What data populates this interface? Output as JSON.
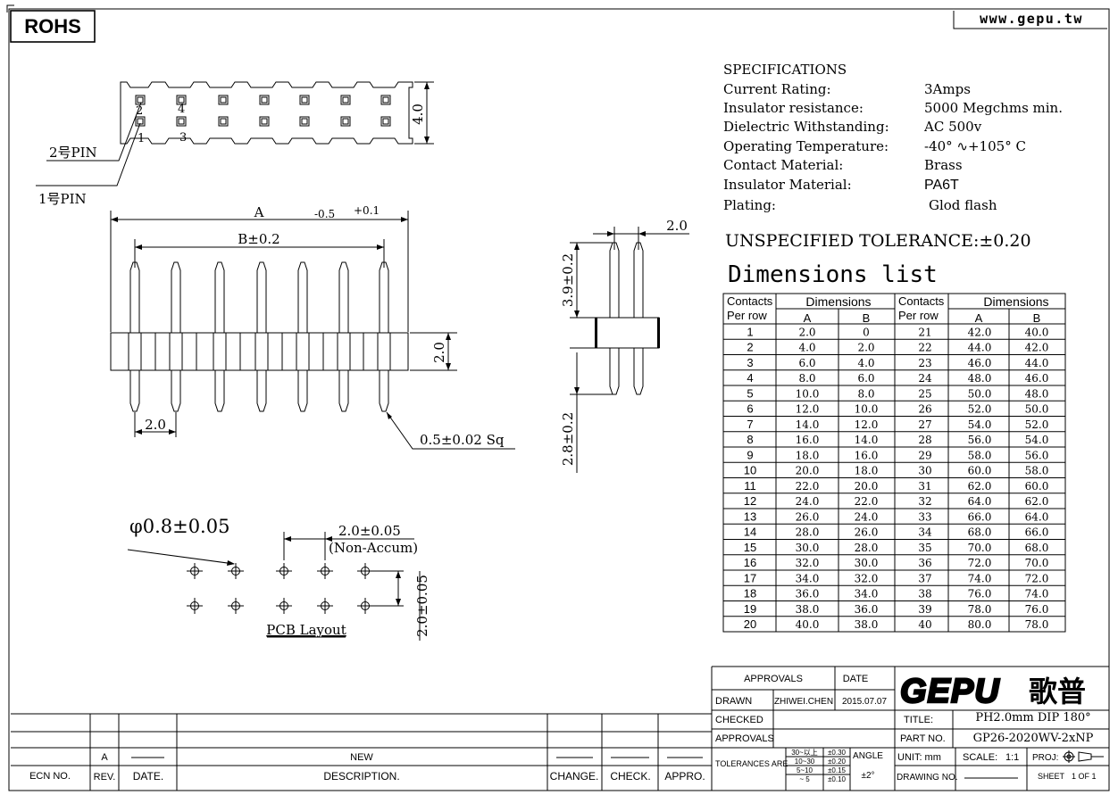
{
  "header": {
    "rohs": "ROHS",
    "website": "www.gepu.tw"
  },
  "top_view": {
    "label_pin2": "2号PIN",
    "label_pin1": "1号PIN",
    "num_2": "2",
    "num_4": "4",
    "num_1": "1",
    "num_3": "3",
    "dim_height": "4.0"
  },
  "front_view": {
    "dim_a": "A",
    "dim_a_tol_lower": "-0.5",
    "dim_a_tol_upper": "+0.1",
    "dim_b": "B±0.2",
    "dim_body": "2.0",
    "dim_pitch": "2.0",
    "dim_pin": "0.5±0.02 Sq"
  },
  "side_view": {
    "dim_pitch": "2.0",
    "dim_upper": "3.9±0.2",
    "dim_lower": "2.8±0.2"
  },
  "pcb_layout": {
    "hole": "φ0.8±0.05",
    "pitch": "2.0±0.05",
    "non_accum": "(Non-Accum)",
    "row_pitch": "2.0±0.05",
    "caption": "PCB Layout"
  },
  "specs": {
    "title": "SPECIFICATIONS",
    "rows": [
      {
        "label": "Current Rating:",
        "value": "3Amps"
      },
      {
        "label": "Insulator resistance:",
        "value": "5000 Megchms min."
      },
      {
        "label": "Dielectric Withstanding:",
        "value": "AC 500v"
      },
      {
        "label": "Operating Temperature:",
        "value": "-40° ∿+105° C"
      },
      {
        "label": "Contact Material:",
        "value": "Brass"
      },
      {
        "label": "Insulator Material:",
        "value": "PA6T"
      },
      {
        "label": "Plating:",
        "value": "Glod flash"
      }
    ],
    "tolerance": "UNSPECIFIED TOLERANCE:±0.20"
  },
  "dimensions_list": {
    "title": "Dimensions list",
    "head_contacts_1": "Contacts",
    "head_contacts_2": "Per row",
    "head_dims": "Dimensions",
    "head_a": "A",
    "head_b": "B",
    "rows": [
      [
        "1",
        "2.0",
        "0",
        "21",
        "42.0",
        "40.0"
      ],
      [
        "2",
        "4.0",
        "2.0",
        "22",
        "44.0",
        "42.0"
      ],
      [
        "3",
        "6.0",
        "4.0",
        "23",
        "46.0",
        "44.0"
      ],
      [
        "4",
        "8.0",
        "6.0",
        "24",
        "48.0",
        "46.0"
      ],
      [
        "5",
        "10.0",
        "8.0",
        "25",
        "50.0",
        "48.0"
      ],
      [
        "6",
        "12.0",
        "10.0",
        "26",
        "52.0",
        "50.0"
      ],
      [
        "7",
        "14.0",
        "12.0",
        "27",
        "54.0",
        "52.0"
      ],
      [
        "8",
        "16.0",
        "14.0",
        "28",
        "56.0",
        "54.0"
      ],
      [
        "9",
        "18.0",
        "16.0",
        "29",
        "58.0",
        "56.0"
      ],
      [
        "10",
        "20.0",
        "18.0",
        "30",
        "60.0",
        "58.0"
      ],
      [
        "11",
        "22.0",
        "20.0",
        "31",
        "62.0",
        "60.0"
      ],
      [
        "12",
        "24.0",
        "22.0",
        "32",
        "64.0",
        "62.0"
      ],
      [
        "13",
        "26.0",
        "24.0",
        "33",
        "66.0",
        "64.0"
      ],
      [
        "14",
        "28.0",
        "26.0",
        "34",
        "68.0",
        "66.0"
      ],
      [
        "15",
        "30.0",
        "28.0",
        "35",
        "70.0",
        "68.0"
      ],
      [
        "16",
        "32.0",
        "30.0",
        "36",
        "72.0",
        "70.0"
      ],
      [
        "17",
        "34.0",
        "32.0",
        "37",
        "74.0",
        "72.0"
      ],
      [
        "18",
        "36.0",
        "34.0",
        "38",
        "76.0",
        "74.0"
      ],
      [
        "19",
        "38.0",
        "36.0",
        "39",
        "78.0",
        "76.0"
      ],
      [
        "20",
        "40.0",
        "38.0",
        "40",
        "80.0",
        "78.0"
      ]
    ]
  },
  "title_block": {
    "approvals": "APPROVALS",
    "date": "DATE",
    "drawn": "DRAWN",
    "drawn_by": "ZHIWEI.CHEN",
    "drawn_date": "2015.07.07",
    "checked": "CHECKED",
    "approvals2": "APPROVALS",
    "tolerances_are": "TOLERANCES ARE",
    "tol_rows": [
      {
        "range": "30~以上",
        "tol": "±0.30"
      },
      {
        "range": "10~30",
        "tol": "±0.20"
      },
      {
        "range": "5~10",
        "tol": "±0.15"
      },
      {
        "range": "~ 5",
        "tol": "±0.10"
      }
    ],
    "angle": "ANGLE",
    "angle_tol": "±2°",
    "logo": "GEPU",
    "logo_cn": "歌普",
    "title_label": "TITLE:",
    "title_value": "PH2.0mm DIP 180°",
    "part_label": "PART NO.",
    "part_value": "GP26-2020WV-2xNP",
    "unit_label": "UNIT: mm",
    "scale_label": "SCALE:",
    "scale_value": "1:1",
    "proj_label": "PROJ:",
    "drawing_no": "DRAWING NO.",
    "sheet": "SHEET",
    "sheet_value": "1 OF 1"
  },
  "revision_block": {
    "ecn_no": "ECN NO.",
    "rev": "REV.",
    "date": "DATE.",
    "description": "DESCRIPTION.",
    "change": "CHANGE.",
    "check": "CHECK.",
    "appro": "APPRO.",
    "rev_value": "A",
    "desc_value": "NEW"
  }
}
